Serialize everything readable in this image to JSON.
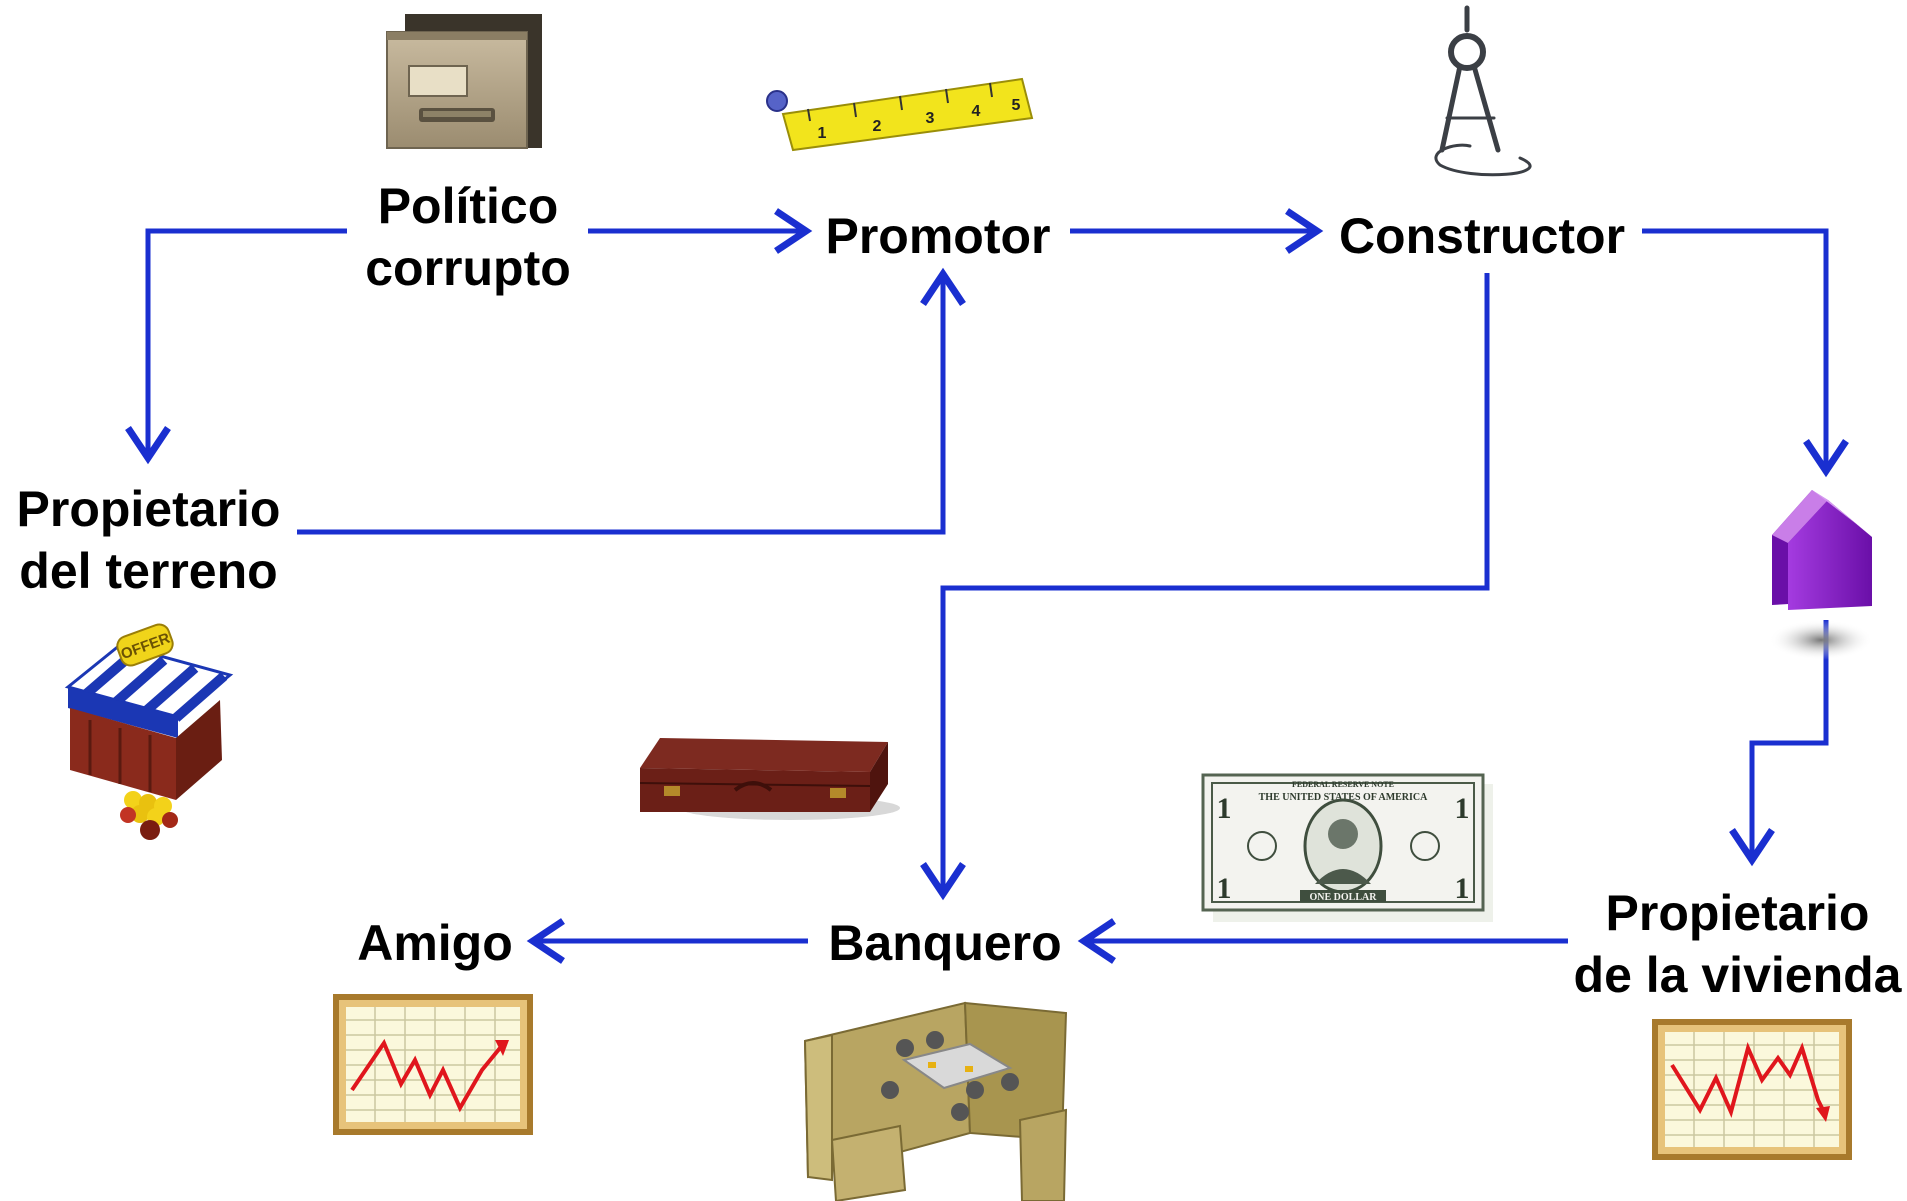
{
  "nodes": {
    "politico": {
      "line1": "Político",
      "line2": "corrupto"
    },
    "promotor": {
      "label": "Promotor"
    },
    "constructor": {
      "label": "Constructor"
    },
    "propietario_terreno": {
      "line1": "Propietario",
      "line2": "del terreno"
    },
    "amigo": {
      "label": "Amigo"
    },
    "banquero": {
      "label": "Banquero"
    },
    "propietario_vivienda": {
      "line1": "Propietario",
      "line2": "de la vivienda"
    }
  },
  "edges": [
    {
      "from": "Político corrupto",
      "to": "Promotor"
    },
    {
      "from": "Político corrupto",
      "to": "Propietario del terreno"
    },
    {
      "from": "Propietario del terreno",
      "to": "Promotor"
    },
    {
      "from": "Promotor",
      "to": "Constructor"
    },
    {
      "from": "Constructor",
      "to": "house"
    },
    {
      "from": "Constructor",
      "to": "Banquero"
    },
    {
      "from": "house",
      "to": "Propietario de la vivienda"
    },
    {
      "from": "Propietario de la vivienda",
      "to": "Banquero"
    },
    {
      "from": "Banquero",
      "to": "Amigo"
    }
  ],
  "icons": [
    "filing-cabinet-icon",
    "ruler-icon",
    "compass-icon",
    "market-stall-icon",
    "house-icon",
    "briefcase-icon",
    "dollar-bill-icon",
    "meeting-cubicle-icon",
    "rising-chart-icon",
    "falling-chart-icon"
  ],
  "stall_sign": "OFFER",
  "dollar": {
    "header": "FEDERAL RESERVE NOTE",
    "country": "THE UNITED STATES OF AMERICA",
    "denomination": "ONE DOLLAR",
    "numeral": "1"
  },
  "ruler_numbers": [
    "1",
    "2",
    "3",
    "4",
    "5"
  ],
  "colors": {
    "arrow": "#1a2fd0",
    "text": "#000000",
    "house": "#8a1fc8",
    "chart_line": "#e0161d",
    "chart_frame": "#c8923a"
  }
}
